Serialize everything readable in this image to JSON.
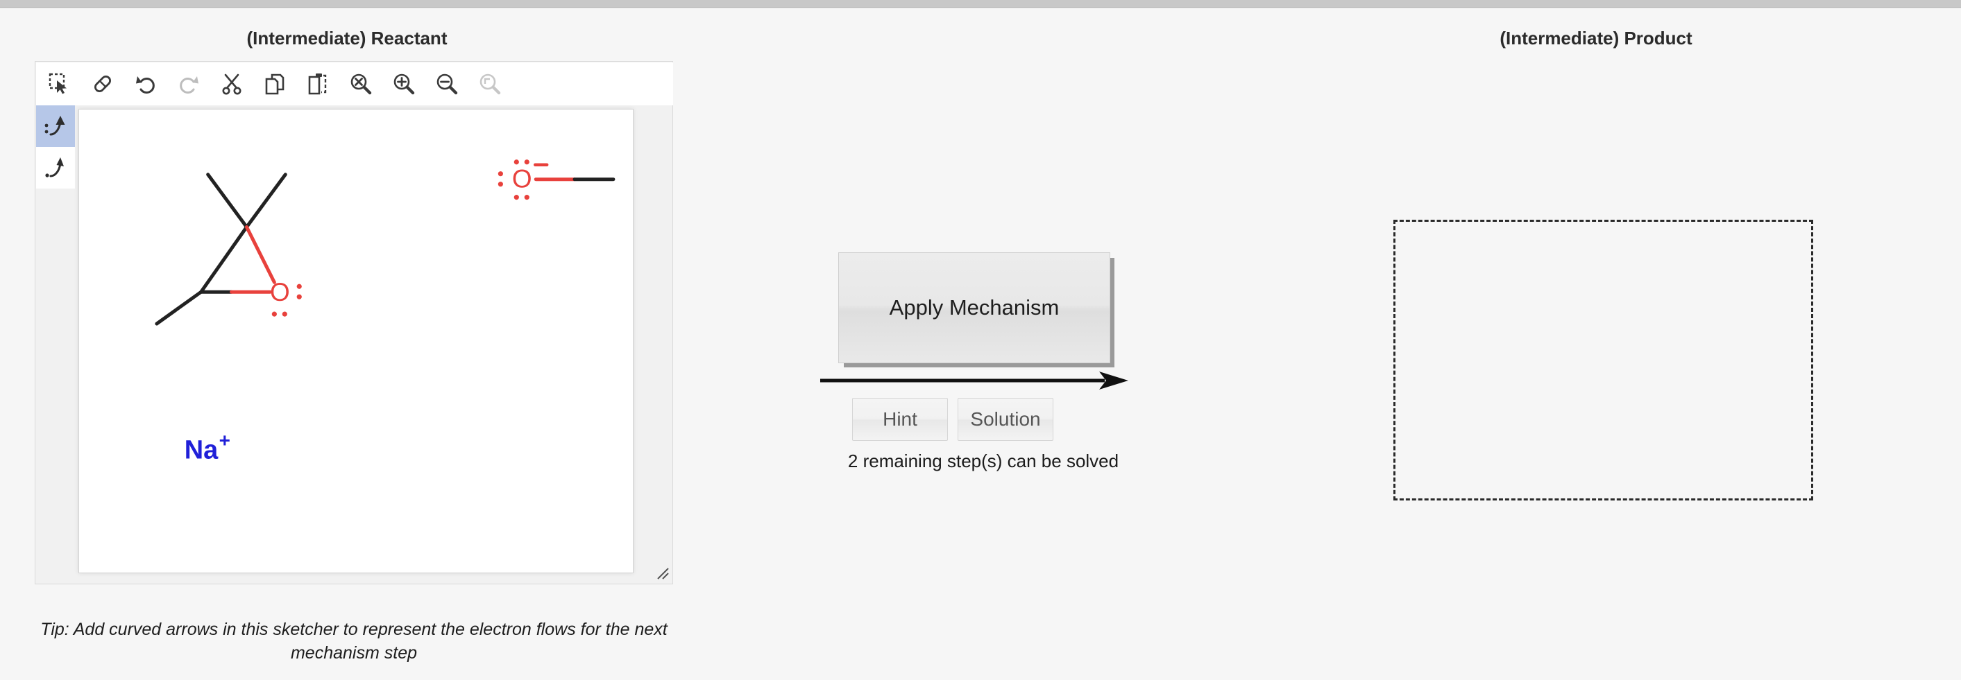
{
  "page": {
    "background": "#f6f6f6",
    "accent_selected": "#b6c7e8"
  },
  "reactant_panel": {
    "title": "(Intermediate) Reactant",
    "tip": "Tip: Add curved arrows in this sketcher to represent the electron flows for the next mechanism step",
    "toolbar": [
      {
        "name": "select-icon",
        "label": "Select",
        "enabled": true
      },
      {
        "name": "eraser-icon",
        "label": "Erase",
        "enabled": true
      },
      {
        "name": "undo-icon",
        "label": "Undo",
        "enabled": true
      },
      {
        "name": "redo-icon",
        "label": "Redo",
        "enabled": false
      },
      {
        "name": "cut-icon",
        "label": "Cut",
        "enabled": true
      },
      {
        "name": "copy-icon",
        "label": "Copy",
        "enabled": true
      },
      {
        "name": "paste-icon",
        "label": "Paste",
        "enabled": true
      },
      {
        "name": "zoom-reset-icon",
        "label": "Reset Zoom",
        "enabled": true
      },
      {
        "name": "zoom-in-icon",
        "label": "Zoom In",
        "enabled": true
      },
      {
        "name": "zoom-out-icon",
        "label": "Zoom Out",
        "enabled": true
      },
      {
        "name": "zoom-fit-icon",
        "label": "Zoom To Fit",
        "enabled": false
      }
    ],
    "tool_rail": [
      {
        "name": "double-barbed-arrow-tool",
        "label": "Curved arrow (two electrons)",
        "selected": true
      },
      {
        "name": "single-barbed-arrow-tool",
        "label": "Fishhook arrow (one electron)",
        "selected": false
      }
    ],
    "molecule": {
      "description": "Trisubstituted epoxide with methoxide anion and sodium counterion",
      "atom_labels": [
        {
          "text": "O",
          "color": "#e8413c",
          "role": "epoxide-oxygen"
        },
        {
          "text": "O",
          "color": "#e8413c",
          "role": "methoxide-oxygen"
        },
        {
          "text": "Na",
          "color": "#2020d8",
          "role": "sodium-cation"
        }
      ],
      "charges": [
        {
          "text": "−",
          "on": "methoxide-oxygen",
          "color": "#e8413c"
        },
        {
          "text": "+",
          "on": "sodium-cation",
          "color": "#2020d8"
        }
      ],
      "sodium_label": "Na",
      "sodium_charge": "+",
      "bond_color_carbon": "#222222",
      "bond_color_oxygen": "#e8413c"
    }
  },
  "center_controls": {
    "apply_label": "Apply Mechanism",
    "hint_label": "Hint",
    "solution_label": "Solution",
    "status_text": "2 remaining step(s) can be solved",
    "arrow_name": "reaction-arrow"
  },
  "product_panel": {
    "title": "(Intermediate) Product",
    "dropzone_empty": true
  }
}
